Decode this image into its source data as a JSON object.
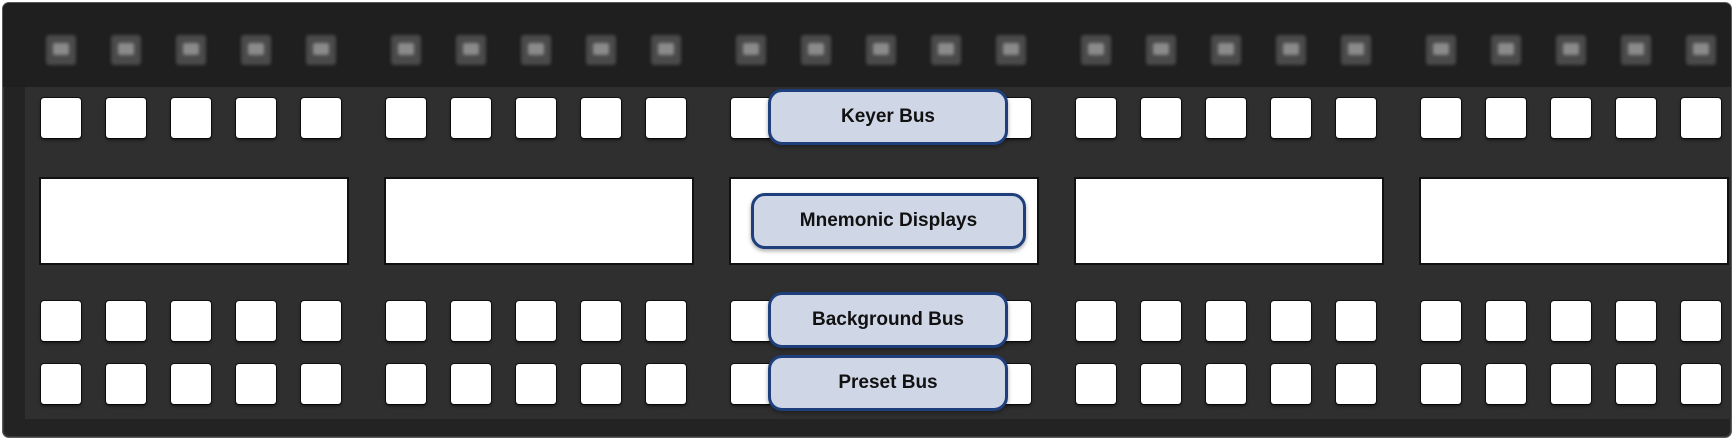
{
  "labels": {
    "keyer_bus": "Keyer Bus",
    "mnemonic_displays": "Mnemonic Displays",
    "background_bus": "Background Bus",
    "preset_bus": "Preset Bus"
  },
  "panel": {
    "groups": 5,
    "keys_per_group": 5,
    "bus_rows": [
      "keyer",
      "background",
      "preset"
    ],
    "displays_per_group": 1
  },
  "colors": {
    "panel": "#232323",
    "inner_panel": "#2f2f2f",
    "key": "#ffffff",
    "callout_fill": "#cfd6e6",
    "callout_border": "#1e3f7c"
  }
}
